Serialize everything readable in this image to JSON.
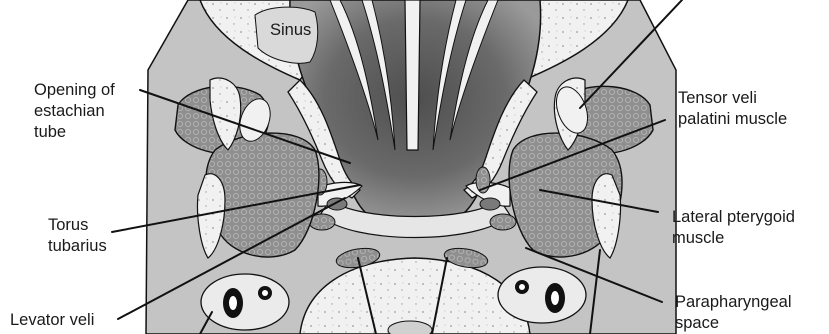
{
  "diagram": {
    "labels": {
      "sinus": "Sinus",
      "opening": [
        "Opening of",
        "estachian",
        "tube"
      ],
      "torus": [
        "Torus",
        "tubarius"
      ],
      "levator": [
        "Levator veli"
      ],
      "tensor": [
        "Tensor veli",
        "palatini muscle"
      ],
      "lateral_pterygoid": [
        "Lateral pterygoid",
        "muscle"
      ],
      "parapharyngeal": [
        "Parapharyngeal",
        "space"
      ]
    },
    "colors": {
      "background": "#ffffff",
      "soft_tissue": "#c4c4c4",
      "bone": "#f1f1f1",
      "muscle": "#8f8f8f",
      "cavity_dark": "#5a5a5a",
      "outline": "#111111"
    }
  }
}
